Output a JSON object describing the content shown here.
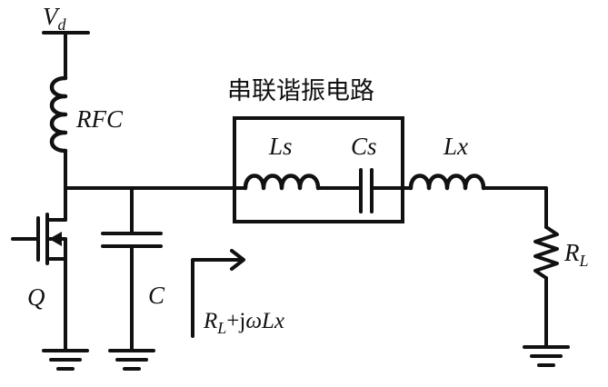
{
  "labels": {
    "supply": "V",
    "supply_sub": "d",
    "rfc": "RFC",
    "transistor": "Q",
    "shunt_cap": "C",
    "ls": "Ls",
    "cs": "Cs",
    "lx": "Lx",
    "load": "R",
    "load_sub": "L",
    "series_box_title": "串联谐振电路"
  },
  "impedance": {
    "r": "R",
    "r_sub": "L",
    "plus_j": "+j",
    "omega": "ω",
    "lx": "Lx"
  }
}
